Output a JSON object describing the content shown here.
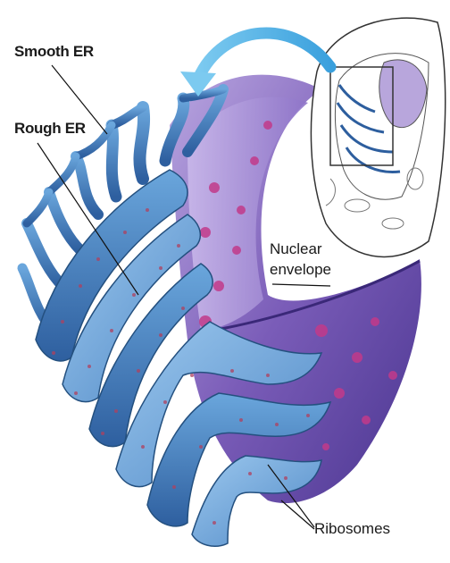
{
  "labels": {
    "smooth_er": "Smooth ER",
    "rough_er": "Rough ER",
    "nuclear_envelope_line1": "Nuclear",
    "nuclear_envelope_line2": "envelope",
    "ribosomes": "Ribosomes"
  },
  "colors": {
    "er_dark": "#2d5e9e",
    "er_mid": "#4a86c8",
    "er_light": "#7db3e3",
    "nucleus_purple": "#6a4ea6",
    "nucleus_light": "#a08ad0",
    "pore_magenta": "#c23a8a",
    "arrow_blue": "#4aaee0"
  },
  "icons": {
    "arrow": "curved-arrow-icon"
  }
}
